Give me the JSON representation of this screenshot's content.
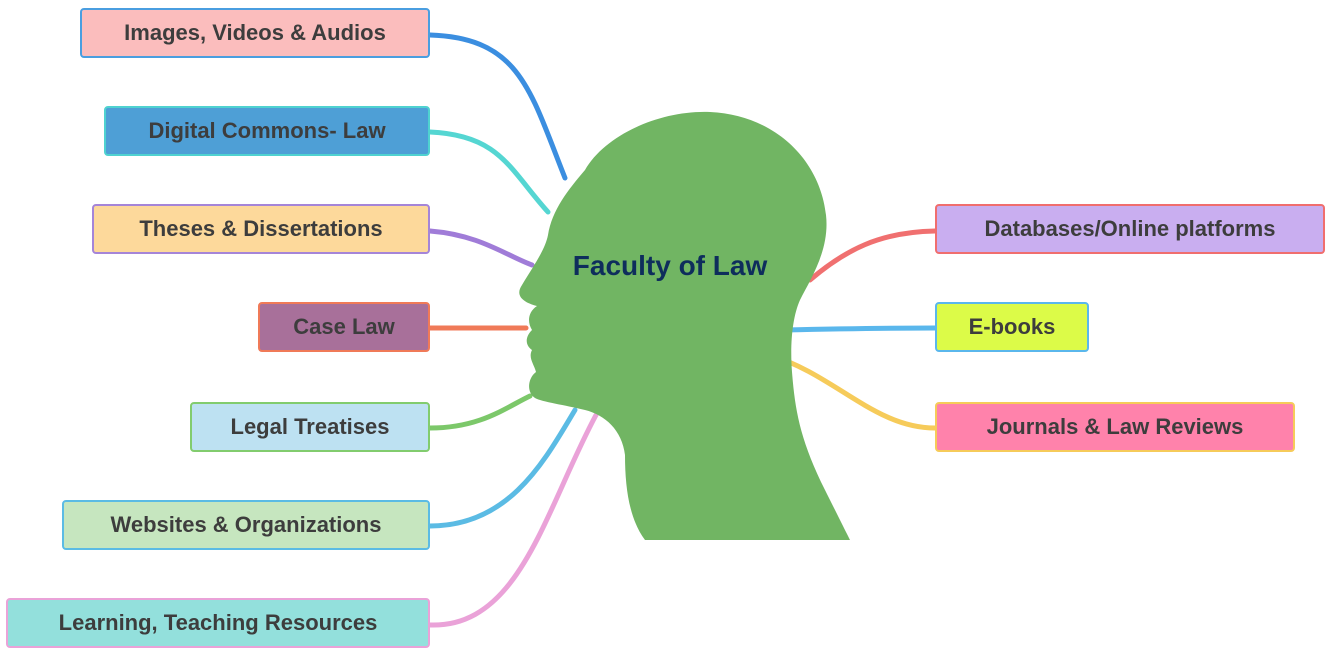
{
  "center": {
    "title": "Faculty of Law",
    "head_color": "#71b563"
  },
  "nodes": [
    {
      "id": "images-videos-audios",
      "label": "Images, Videos & Audios",
      "fill": "#fbbdbd",
      "border": "#4a9ee0",
      "line": "#3b8ee0"
    },
    {
      "id": "digital-commons-law",
      "label": "Digital Commons- Law",
      "fill": "#4e9fd6",
      "border": "#4fd2d0",
      "line": "#55d6d2"
    },
    {
      "id": "theses-dissertations",
      "label": "Theses & Dissertations",
      "fill": "#fdd99b",
      "border": "#a585d8",
      "line": "#a07cd8"
    },
    {
      "id": "case-law",
      "label": "Case Law",
      "fill": "#a8709a",
      "border": "#f07a58",
      "line": "#f07a58"
    },
    {
      "id": "legal-treatises",
      "label": "Legal Treatises",
      "fill": "#bde1f2",
      "border": "#82cc6e",
      "line": "#7cc86a"
    },
    {
      "id": "websites-organizations",
      "label": "Websites & Organizations",
      "fill": "#c6e6bf",
      "border": "#5bbbe4",
      "line": "#5bbbe4"
    },
    {
      "id": "learning-teaching-resources",
      "label": "Learning, Teaching Resources",
      "fill": "#93e0dc",
      "border": "#eaa2d8",
      "line": "#eaa2d8"
    },
    {
      "id": "databases-online-platforms",
      "label": "Databases/Online platforms",
      "fill": "#c9aef0",
      "border": "#f06e6e",
      "line": "#f07070"
    },
    {
      "id": "e-books",
      "label": "E-books",
      "fill": "#dcfb48",
      "border": "#5ab7ec",
      "line": "#5ab7ec"
    },
    {
      "id": "journals-law-reviews",
      "label": "Journals & Law Reviews",
      "fill": "#ff82ab",
      "border": "#f6cb5a",
      "line": "#f6cb5a"
    }
  ]
}
